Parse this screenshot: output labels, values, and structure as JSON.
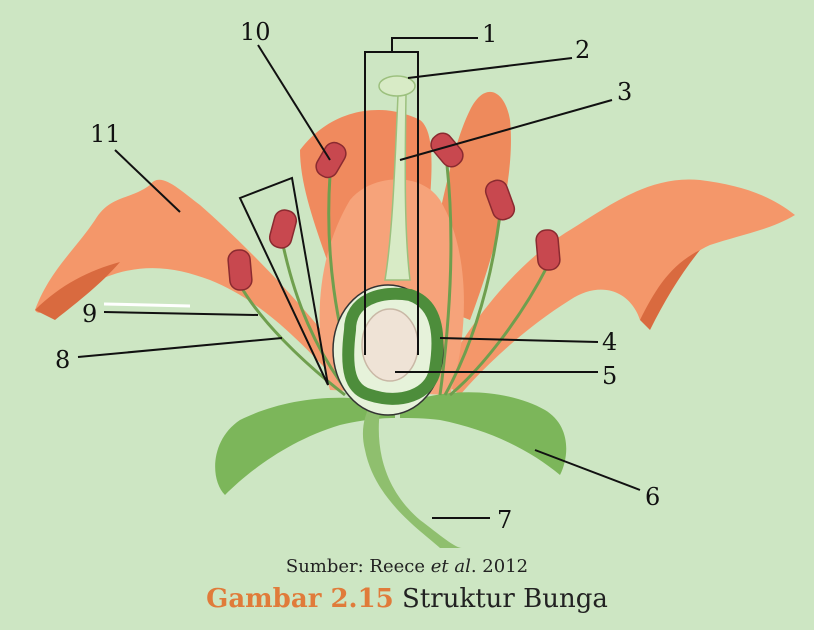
{
  "figure": {
    "labels": [
      "1",
      "2",
      "3",
      "4",
      "5",
      "6",
      "7",
      "8",
      "9",
      "10",
      "11"
    ],
    "source_prefix": "Sumber: Reece",
    "source_italic": "et al",
    "source_suffix": ". 2012",
    "figure_number": "Gambar 2.15",
    "figure_title": "Struktur Bunga"
  },
  "colors": {
    "background": "#cde6c3",
    "petal": "#f4976a",
    "petal_dark": "#e0784a",
    "stem": "#8fbf6e",
    "leaf": "#7cb65a",
    "anther": "#c8484f",
    "pistil": "#d8ebc6",
    "ovary_wall": "#4d8d3b",
    "ovule": "#efe3d6"
  }
}
